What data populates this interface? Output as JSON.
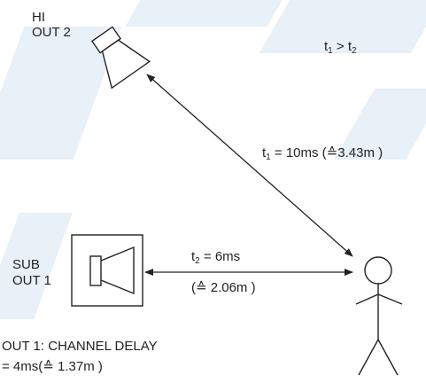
{
  "hi_speaker": {
    "line1": "HI",
    "line2": "OUT 2"
  },
  "sub_speaker": {
    "line1": "SUB",
    "line2": "OUT 1"
  },
  "relation": {
    "a": "t",
    "a_sub": "1",
    "op": ">",
    "b": "t",
    "b_sub": "2"
  },
  "t1_label": {
    "var": "t",
    "sub": "1",
    "value": "= 10ms (≙3.43m )"
  },
  "t2_label": {
    "var": "t",
    "sub": "2",
    "value": "= 6ms"
  },
  "t2_distance": "(≙ 2.06m )",
  "channel_delay": {
    "line1": "OUT 1: CHANNEL DELAY",
    "line2": "= 4ms(≙ 1.37m )"
  },
  "colors": {
    "ink": "#222222",
    "watermark": "#d6e4f2"
  }
}
